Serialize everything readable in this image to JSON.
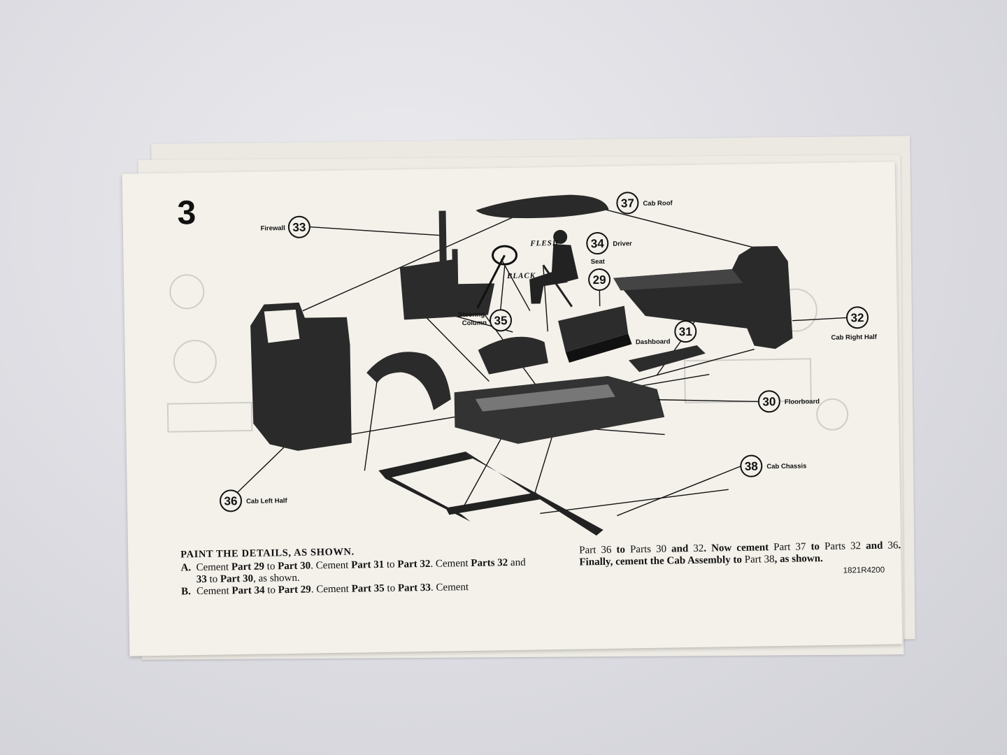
{
  "step": {
    "number": "3"
  },
  "parts": [
    {
      "number": "37",
      "name": "Cab Roof"
    },
    {
      "number": "33",
      "name": "Firewall"
    },
    {
      "number": "34",
      "name": "Driver"
    },
    {
      "number": "29",
      "name": "Seat"
    },
    {
      "number": "35",
      "name": "Steering\nColumn"
    },
    {
      "number": "31",
      "name": "Dashboard"
    },
    {
      "number": "32",
      "name": "Cab Right Half"
    },
    {
      "number": "30",
      "name": "Floorboard"
    },
    {
      "number": "38",
      "name": "Cab Chassis"
    },
    {
      "number": "36",
      "name": "Cab Left Half"
    }
  ],
  "paint_labels": {
    "flesh": "FLESH",
    "black": "BLACK"
  },
  "instructions": {
    "heading": "PAINT THE DETAILS, AS SHOWN.",
    "step_a": {
      "letter": "A.",
      "segments": [
        "Cement ",
        "Part 29",
        " to ",
        "Part 30",
        ". Cement ",
        "Part 31",
        " to ",
        "Part 32",
        ". Cement ",
        "Parts 32",
        " and ",
        "33",
        " to ",
        "Part 30",
        ", as shown."
      ]
    },
    "step_b": {
      "letter": "B.",
      "segments": [
        "Cement ",
        "Part 34",
        " to ",
        "Part 29",
        ". Cement ",
        "Part 35",
        " to ",
        "Part 33",
        ". Cement"
      ]
    },
    "continuation": {
      "segments": [
        "Part 36",
        " to ",
        "Parts 30",
        " and ",
        "32",
        ". Now cement ",
        "Part 37",
        " to ",
        "Parts 32",
        " and ",
        "36",
        ". Finally, cement the Cab Assembly to ",
        "Part 38",
        ", as shown."
      ]
    }
  },
  "code": "1821R4200"
}
